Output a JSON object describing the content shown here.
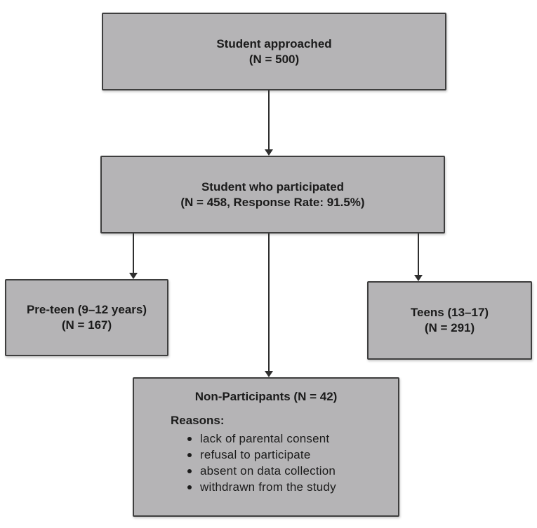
{
  "colors": {
    "background": "#ffffff",
    "box_fill": "#b5b4b6",
    "box_border": "#3e3e3e",
    "arrow": "#2f2f2f",
    "text": "#1b1b1b"
  },
  "nodes": {
    "approached": {
      "line1": "Student approached",
      "line2": "(N = 500)"
    },
    "participated": {
      "line1": "Student who participated",
      "line2": "(N = 458, Response Rate: 91.5%)"
    },
    "preteen": {
      "line1": "Pre-teen (9–12 years)",
      "line2": "(N = 167)"
    },
    "teens": {
      "line1": "Teens (13–17)",
      "line2": "(N = 291)"
    },
    "non_participants": {
      "title": "Non-Participants (N = 42)",
      "reasons_label": "Reasons:",
      "reasons": [
        "lack of parental consent",
        "refusal to participate",
        "absent on data collection",
        "withdrawn from the study"
      ]
    }
  }
}
